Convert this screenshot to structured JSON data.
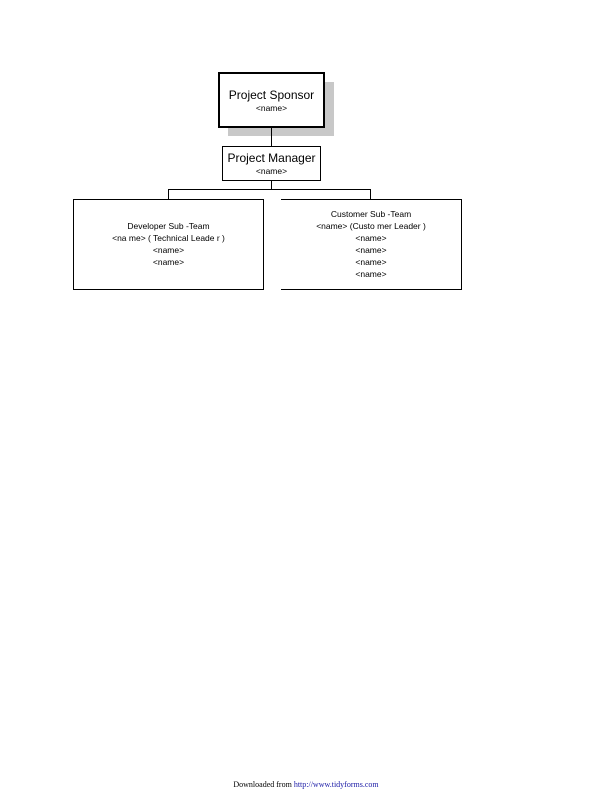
{
  "sponsor": {
    "title": "Project Sponsor",
    "name": "<name>"
  },
  "manager": {
    "title": "Project Manager",
    "name": "<name>"
  },
  "developer_team": {
    "title": "Developer Sub  -Team",
    "members": [
      "<na me> ( Technical Leade r )",
      "<name>",
      "<name>"
    ]
  },
  "customer_team": {
    "title": "Customer Sub  -Team",
    "members": [
      "<name> (Custo mer Leader )",
      "<name>",
      "<name>",
      "<name>",
      "<name>"
    ]
  },
  "footer": {
    "prefix": "Downloaded from",
    "link": "http://www.tidyforms.com"
  }
}
